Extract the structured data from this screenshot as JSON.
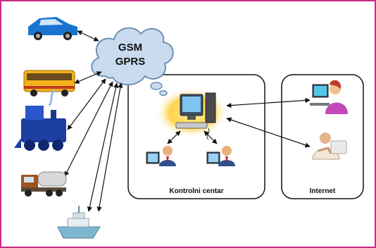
{
  "cloud": {
    "line1": "GSM",
    "line2": "GPRS"
  },
  "boxes": {
    "control": "Kontrolni centar",
    "internet": "Internet"
  },
  "vehicles": [
    {
      "name": "car-icon"
    },
    {
      "name": "bus-icon"
    },
    {
      "name": "locomotive-icon"
    },
    {
      "name": "tanker-truck-icon"
    },
    {
      "name": "ship-icon"
    }
  ],
  "colors": {
    "frame": "#cc2b8a",
    "cloud_fill": "#c9dcef",
    "cloud_stroke": "#6f8fb5"
  }
}
